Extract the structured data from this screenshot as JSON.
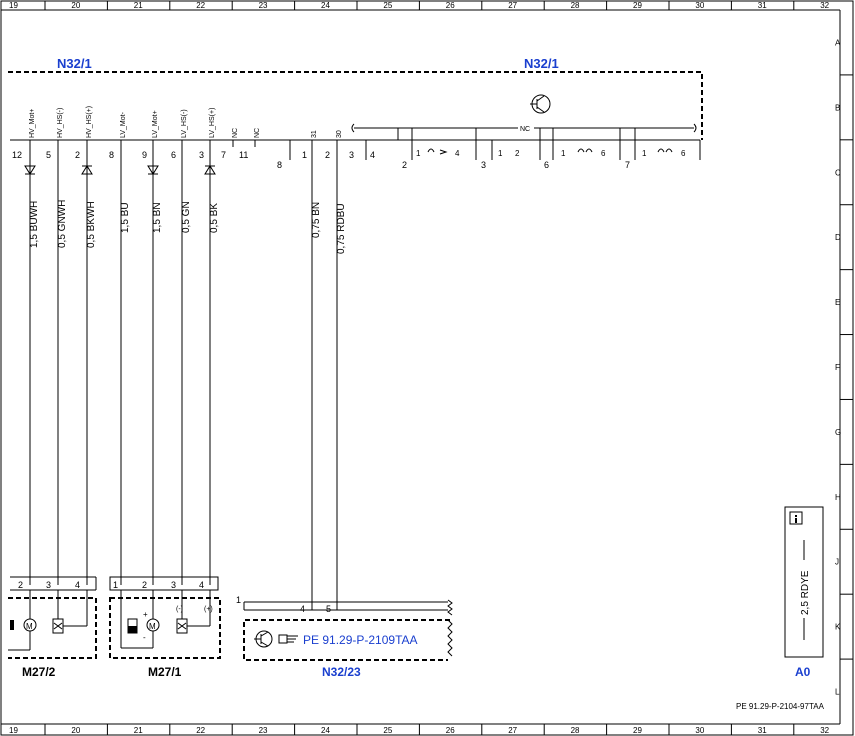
{
  "columns": [
    "19",
    "20",
    "21",
    "22",
    "23",
    "24",
    "25",
    "26",
    "27",
    "28",
    "29",
    "30",
    "31",
    "32"
  ],
  "rows": [
    "A",
    "B",
    "C",
    "D",
    "E",
    "F",
    "G",
    "H",
    "J",
    "K",
    "L"
  ],
  "components": {
    "n32_1_left": "N32/1",
    "n32_1_right": "N32/1",
    "m27_2": "M27/2",
    "m27_1": "M27/1",
    "n32_23": "N32/23",
    "a0": "A0"
  },
  "pin_names": {
    "hv_mot_plus": "HV_Mot+",
    "hv_hs_minus": "HV_HS(-)",
    "hv_hs_plus": "HV_HS(+)",
    "lv_mot_minus": "LV_Mot-",
    "lv_mot_plus": "LV_Mot+",
    "lv_hs_minus": "LV_HS(-)",
    "lv_hs_plus": "LV_HS(+)",
    "nc1": "NC",
    "nc2": "NC",
    "p31": "31",
    "p30": "30",
    "nc_bus": "NC"
  },
  "pin_numbers": {
    "p12": "12",
    "p5": "5",
    "p2": "2",
    "p8": "8",
    "p9": "9",
    "p6": "6",
    "p3": "3",
    "p7": "7",
    "p11": "11",
    "c8": "8",
    "c1": "1",
    "c2": "2",
    "c3": "3",
    "c4": "4",
    "g2": "2",
    "g3": "3",
    "g6": "6",
    "g7": "7",
    "s1a": "1",
    "s4a": "4",
    "s1b": "1",
    "s2b": "2",
    "s1c": "1",
    "s6c": "6",
    "s1d": "1",
    "s6d": "6"
  },
  "wires": {
    "w1": "1,5 BUWH",
    "w2": "0,5 GNWH",
    "w3": "0,5 BKWH",
    "w4": "1,5 BU",
    "w5": "1,5 BN",
    "w6": "0,5 GN",
    "w7": "0,5 BK",
    "w8": "0,75 BN",
    "w9": "0,75 RDBU",
    "a0_wire": "2,5 RDYE"
  },
  "bottom_pins": {
    "m27_2": [
      "2",
      "3",
      "4"
    ],
    "m27_1": [
      "1",
      "2",
      "3",
      "4"
    ],
    "n32_23": [
      "4",
      "5"
    ],
    "n32_23_left": "1"
  },
  "motor_signs": {
    "m": "M",
    "plus": "+",
    "minus": "-",
    "sig_minus": "(-)",
    "sig_plus": "(+)"
  },
  "reference": "PE 91.29-P-2109TAA",
  "doc_id": "PE 91.29-P-2104-97TAA"
}
